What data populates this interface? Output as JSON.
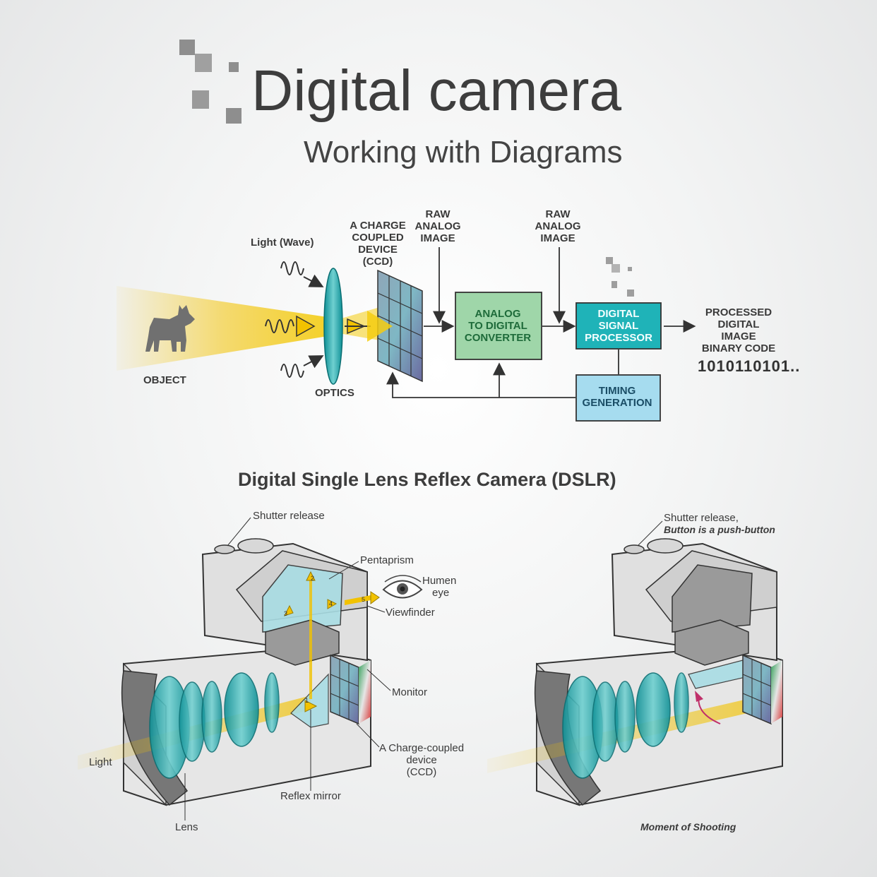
{
  "header": {
    "title": "Digital camera",
    "subtitle": "Working with Diagrams"
  },
  "flow": {
    "light_wave": "Light (Wave)",
    "object": "OBJECT",
    "optics": "OPTICS",
    "ccd": [
      "A CHARGE",
      "COUPLED",
      "DEVICE",
      "(CCD)"
    ],
    "raw_analog_1": [
      "RAW",
      "ANALOG",
      "IMAGE"
    ],
    "raw_analog_2": [
      "RAW",
      "ANALOG",
      "IMAGE"
    ],
    "adc": [
      "ANALOG",
      "TO DIGITAL",
      "CONVERTER"
    ],
    "dsp": [
      "DIGITAL",
      "SIGNAL",
      "PROCESSOR"
    ],
    "timing": [
      "TIMING",
      "GENERATION"
    ],
    "output": [
      "PROCESSED",
      "DIGITAL",
      "IMAGE",
      "BINARY CODE"
    ],
    "binary": "1010110101.."
  },
  "dslr": {
    "heading": "Digital Single Lens Reflex Camera (DSLR)",
    "left": {
      "shutter_release": "Shutter release",
      "pentaprism": "Pentaprism",
      "human_eye": [
        "Humen",
        "eye"
      ],
      "viewfinder": "Viewfinder",
      "monitor": "Monitor",
      "ccd": [
        "A Charge-coupled",
        "device",
        "(CCD)"
      ],
      "light": "Light",
      "reflex_mirror": "Reflex mirror",
      "lens": "Lens",
      "numbers": [
        "1",
        "2",
        "3",
        "4",
        "5"
      ]
    },
    "right": {
      "shutter_release": "Shutter release,",
      "push_button": "Button is a push-button",
      "moment": "Moment of Shooting"
    }
  },
  "colors": {
    "adc_box": "#9fd6a9",
    "dsp_box": "#1fb3b8",
    "timing_box": "#a6dcef",
    "light_beam": "#f2c200",
    "lens": "#1ba8a8"
  }
}
